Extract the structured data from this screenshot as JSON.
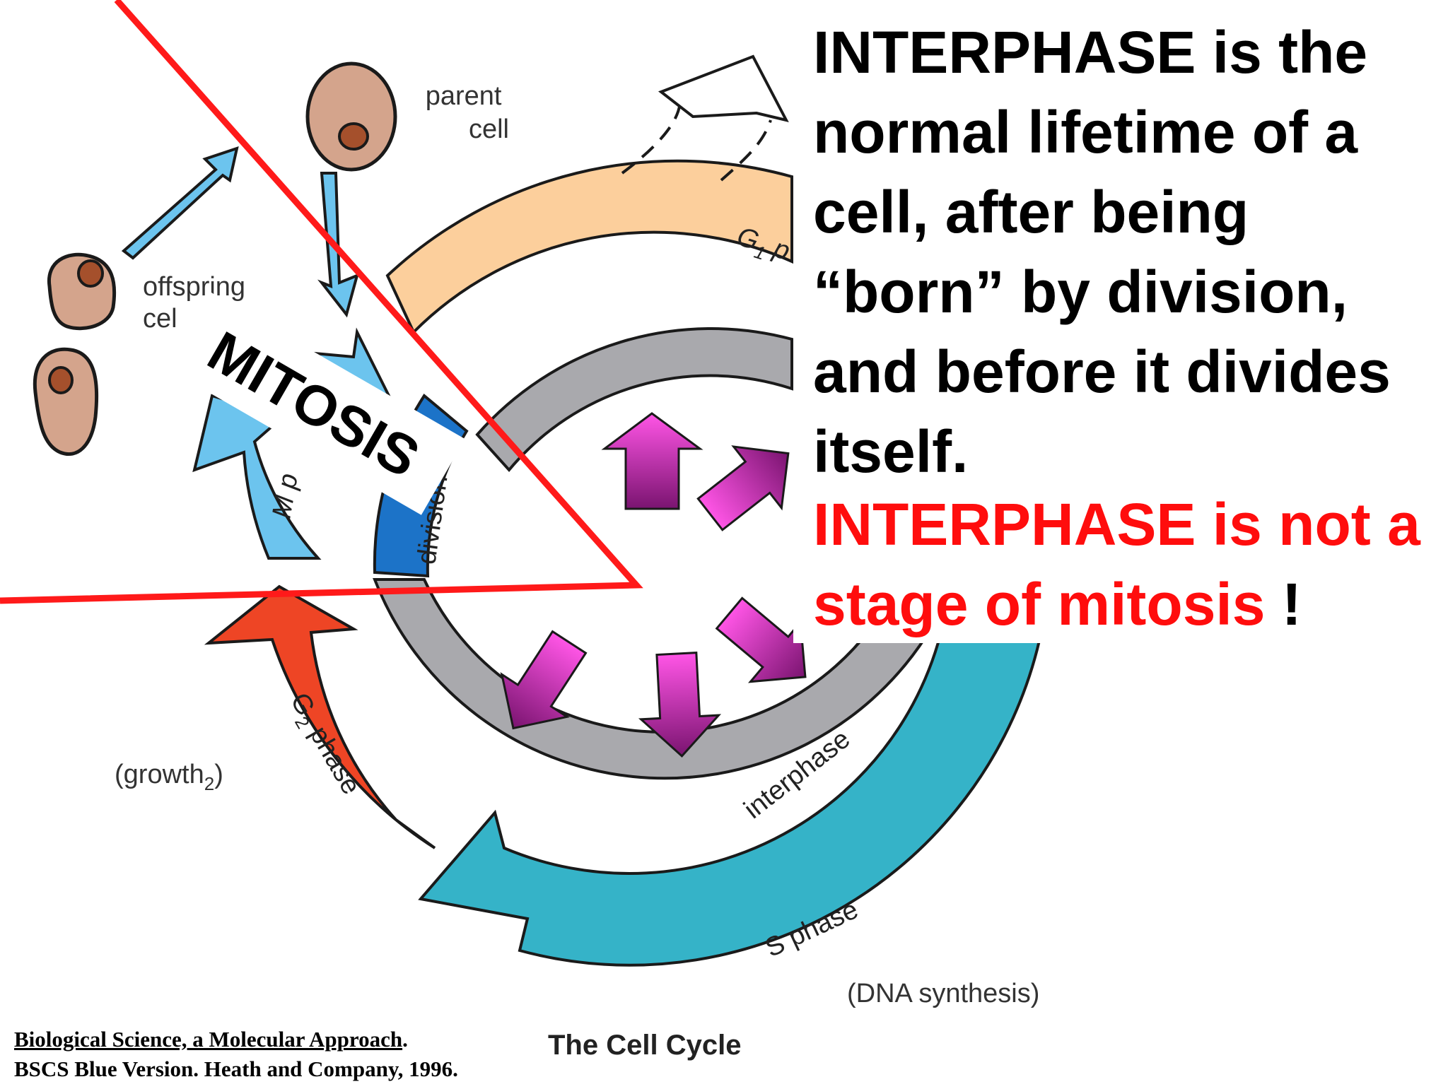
{
  "panel": {
    "definition": "INTERPHASE is the normal lifetime of a cell, after being “born” by division, and before it divides itself.",
    "warning": "INTERPHASE is not a stage of mitosis",
    "exclamation": "!"
  },
  "overlay": {
    "mitosis": "MITOSIS"
  },
  "diagram": {
    "title": "The Cell Cycle",
    "parent_cell": [
      "parent",
      "cell"
    ],
    "offspring_cell": [
      "offspring",
      "cel"
    ],
    "g1": "G",
    "g1_sub": "1",
    "g1_tail": " p",
    "m_phase": "M p",
    "division": "division",
    "g2": "G",
    "g2_sub": "2",
    "g2_tail": " phase",
    "growth2": "(growth",
    "growth2_sub": "2",
    "growth2_tail": ")",
    "interphase": "interphase",
    "s_phase": "S phase",
    "dna_synthesis": "(DNA synthesis)"
  },
  "citation": {
    "title": "Biological Science, a Molecular Approach",
    "title_punct": ".",
    "line2": "BSCS Blue Version. Heath and Company, 1996."
  },
  "colors": {
    "g1_arc": "#fccf9c",
    "s_arc": "#35b3c8",
    "g2_arc": "#ee4525",
    "m_arc": "#6cc4ee",
    "division_arc": "#1c73c8",
    "interphase_ring": "#a9a9ad",
    "magenta_arrow": "#d12cb8",
    "red_line": "#ff1a1a",
    "cell": "#d4a48c",
    "nucleus": "#a5502c"
  }
}
